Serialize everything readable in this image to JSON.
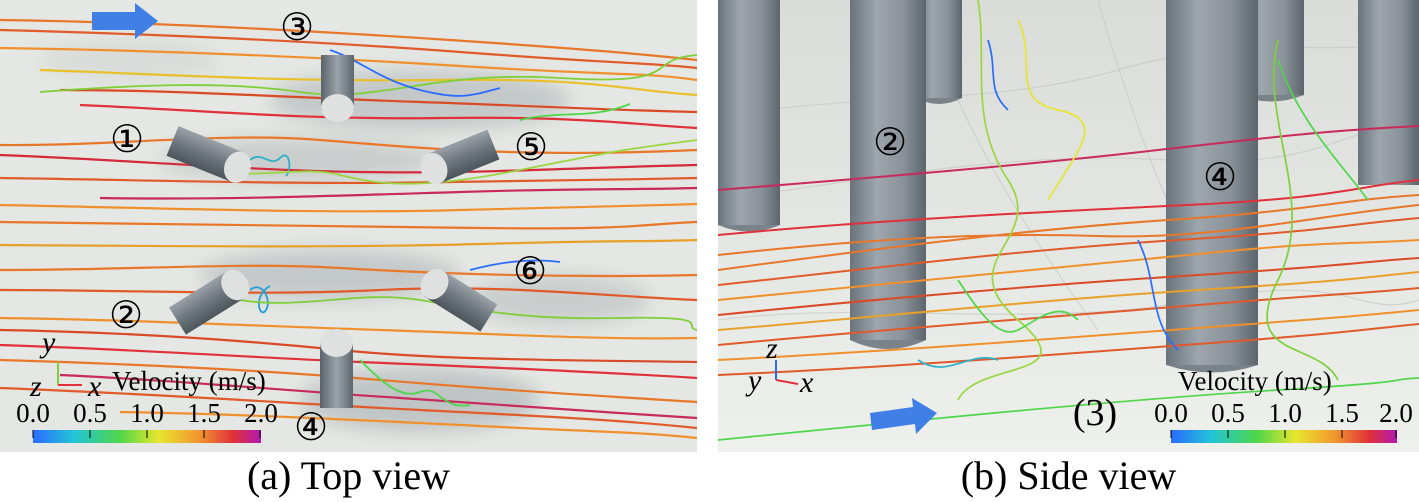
{
  "panels": [
    {
      "id": "a",
      "caption": "(a) Top view",
      "legend": {
        "title": "Velocity (m/s)",
        "ticks": [
          "0.0",
          "0.5",
          "1.0",
          "1.5",
          "2.0"
        ]
      },
      "axes": {
        "vertical": "y",
        "horizontal": "x",
        "out": "z"
      },
      "cylinder_labels": [
        "①",
        "②",
        "③",
        "④",
        "⑤",
        "⑥"
      ],
      "flow_arrow_color": "#3f7fe6"
    },
    {
      "id": "b",
      "caption": "(b) Side view",
      "legend": {
        "title": "Velocity (m/s)",
        "ticks": [
          "0.0",
          "0.5",
          "1.0",
          "1.5",
          "2.0"
        ]
      },
      "axes": {
        "vertical": "z",
        "horizontal": "x",
        "out": "y"
      },
      "cylinder_labels": [
        "②",
        "④",
        "(3)"
      ],
      "flow_arrow_color": "#3f7fe6"
    }
  ],
  "colormap": [
    "#2b6cff",
    "#22c4d6",
    "#4fd64a",
    "#e6e62e",
    "#f29a2e",
    "#e0303a",
    "#b01ab0"
  ]
}
